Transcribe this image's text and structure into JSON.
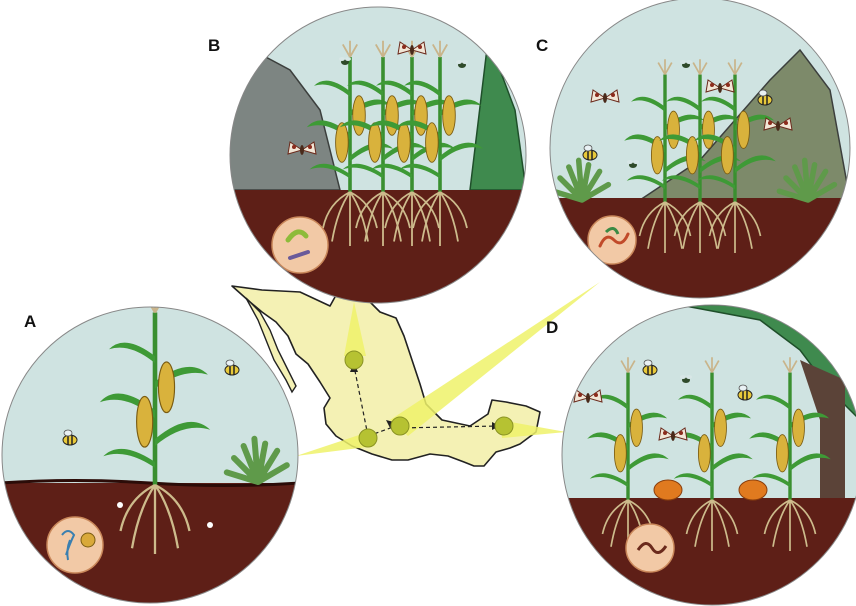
{
  "panels": [
    {
      "id": "A",
      "label": "A"
    },
    {
      "id": "B",
      "label": "B"
    },
    {
      "id": "C",
      "label": "C"
    },
    {
      "id": "D",
      "label": "D"
    }
  ],
  "colors": {
    "sky": "#cfe3e1",
    "soil": "#5e1f17",
    "soil_dark": "#3f120c",
    "mountain": "#7d8582",
    "forest": "#3f8a4e",
    "map_fill": "#f4f1b4",
    "map_stroke": "#222222",
    "beam": "#eef26a",
    "site_dot": "#b6c232",
    "leaf": "#3e9a36",
    "corn": "#d9b23c",
    "inset": "#f2c9a6",
    "pumpkin": "#e07a1f"
  },
  "icons": [
    "corn-plant-icon",
    "moth-icon",
    "bee-icon",
    "fly-icon",
    "agave-icon",
    "pumpkin-icon",
    "microbe-inset-icon",
    "mountain-icon",
    "pine-tree-icon"
  ]
}
